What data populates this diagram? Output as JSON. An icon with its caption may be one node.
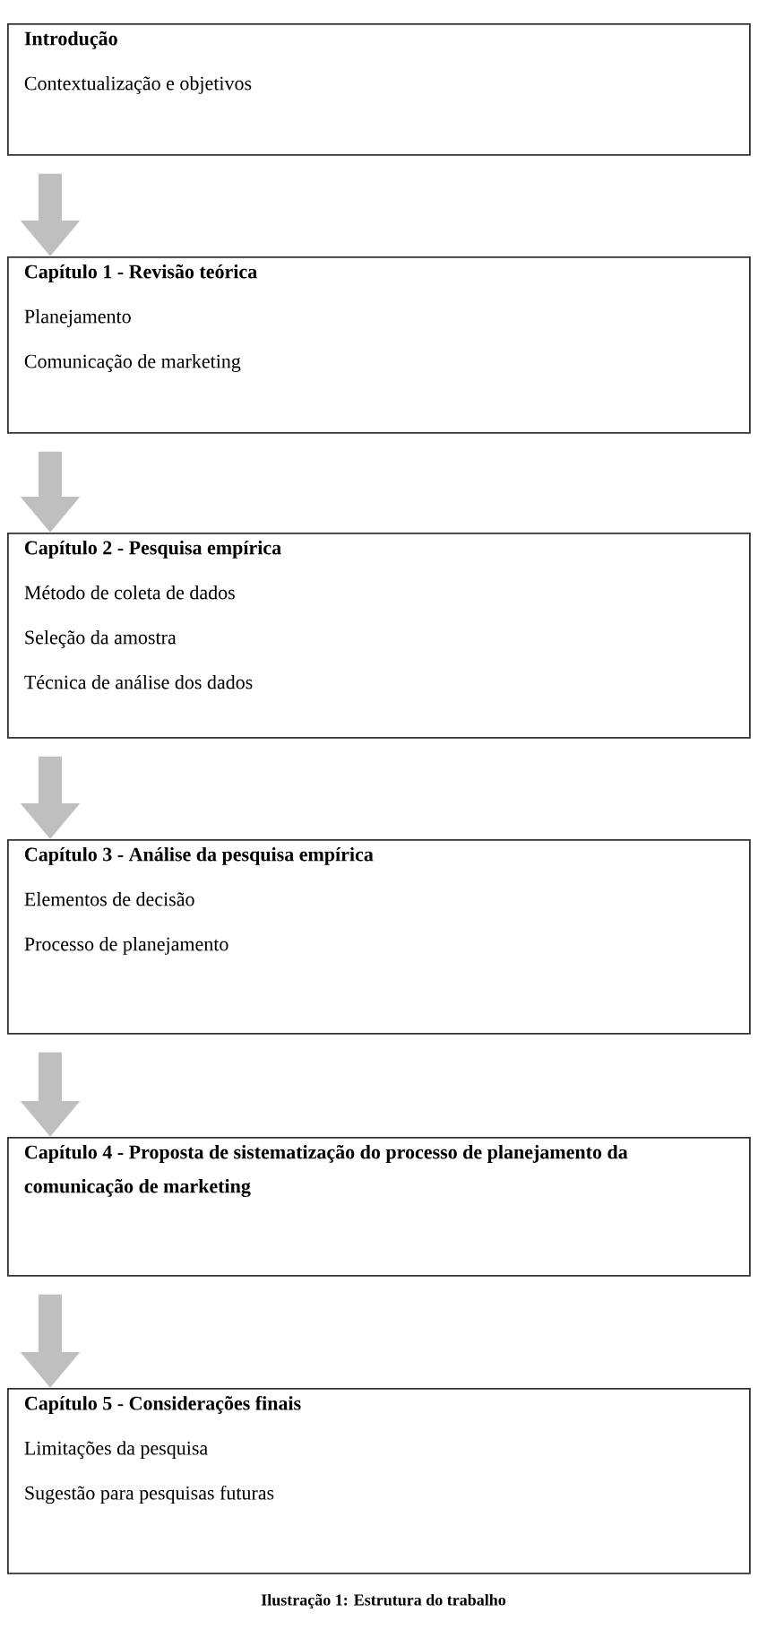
{
  "diagram": {
    "caption": "Ilustração 1: Estrutura do trabalho",
    "nodes": [
      {
        "text": [
          "Introdução",
          "Contextualização e objetivos"
        ]
      },
      {
        "text": [
          "Capítulo  1 - Revisão teórica",
          "Planejamento",
          "Comunicação de marketing"
        ]
      },
      {
        "text": [
          "Capítulo  2 - Pesquisa empírica",
          "Método de coleta de dados",
          "Seleção da amostra",
          "Técnica de análise dos dados"
        ]
      },
      {
        "text": [
          "Capítulo  3 - Análise da pesquisa empírica",
          "Elementos de decisão",
          "Processo de planejamento"
        ]
      },
      {
        "text": [
          "Capítulo  4 - Proposta de sistematização do processo de planejamento da comunicação de marketing"
        ]
      },
      {
        "text": [
          "Capítulo  5 - Considerações finais",
          "Limitações da pesquisa",
          "Sugestão para pesquisas futuras"
        ]
      }
    ],
    "edges": [
      {
        "from": 0,
        "to": 1,
        "arrow": "to"
      },
      {
        "from": 1,
        "to": 2,
        "arrow": "to"
      },
      {
        "from": 2,
        "to": 3,
        "arrow": "to"
      },
      {
        "from": 3,
        "to": 4,
        "arrow": "to"
      },
      {
        "from": 4,
        "to": 5,
        "arrow": "to"
      }
    ]
  }
}
